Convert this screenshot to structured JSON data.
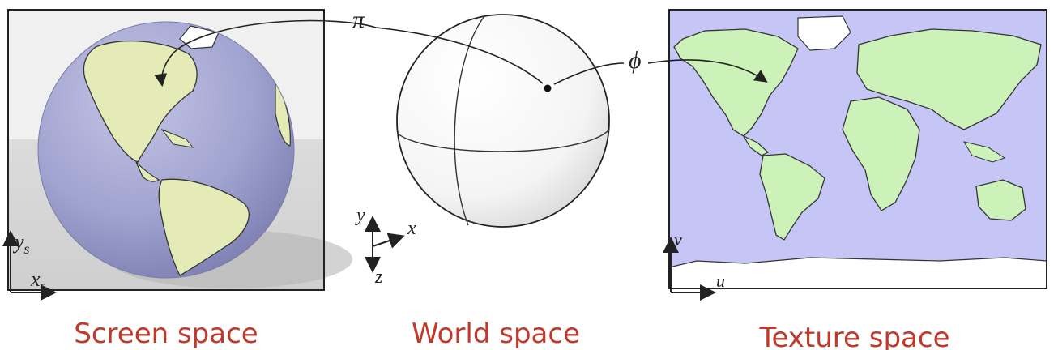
{
  "screen_panel": {
    "axis_x": "x",
    "axis_x_sub": "s",
    "axis_y": "y",
    "axis_y_sub": "s",
    "caption": "Screen space"
  },
  "world_panel": {
    "point_label": "π",
    "axis_x": "x",
    "axis_y": "y",
    "axis_z": "z",
    "caption": "World space"
  },
  "texture_panel": {
    "mapping_label": "ϕ",
    "axis_u": "u",
    "axis_v": "v",
    "caption": "Texture space"
  },
  "colors": {
    "caption": "#c0392b",
    "ocean": "#c6c6f6",
    "land": "#cdf2b9",
    "globe_ocean": "#9fa0cf",
    "globe_land": "#e4ebb7",
    "ice": "#ffffff"
  }
}
